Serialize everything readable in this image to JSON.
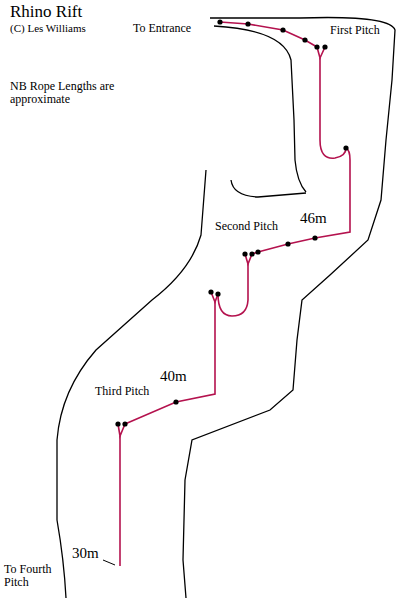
{
  "diagram": {
    "title": "Rhino Rift",
    "labels": [
      "(C) Les Williams",
      "To Entrance",
      "First Pitch",
      "NB Rope Lengths are approximate",
      "46m",
      "Second Pitch",
      "40m",
      "Third Pitch",
      "30m",
      "To Fourth Pitch"
    ]
  }
}
